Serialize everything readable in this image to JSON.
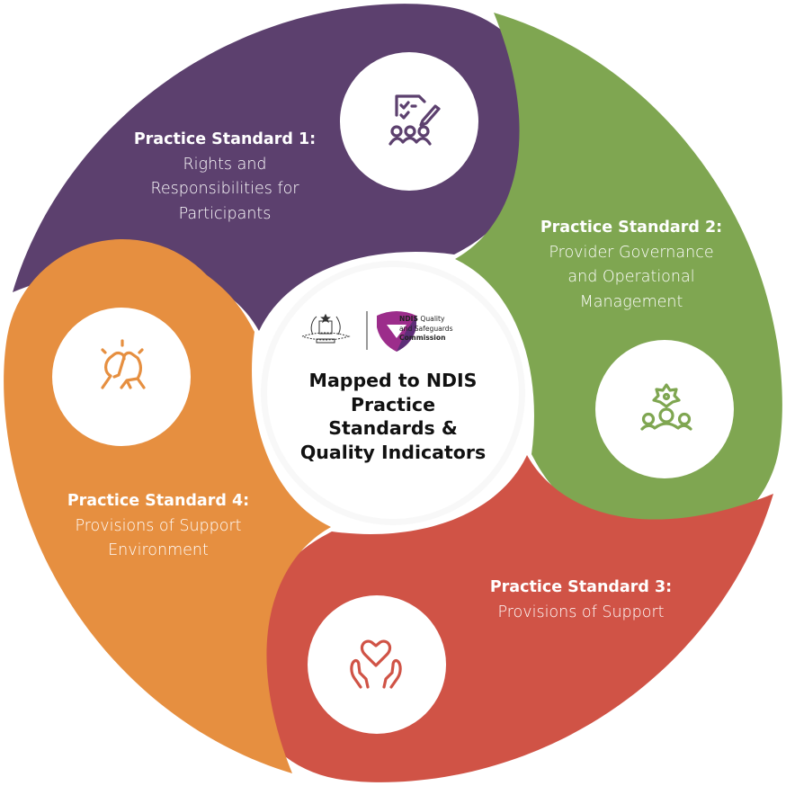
{
  "center": {
    "title_lines": [
      "Mapped to NDIS",
      "Practice",
      "Standards &",
      "Quality Indicators"
    ],
    "logos": {
      "government_crest": "australian-coat-of-arms",
      "commission": {
        "line1_bold": "NDIS",
        "line1_rest": " Quality",
        "line2": "and Safeguards",
        "line3": "Commission"
      }
    },
    "circle_color": "#f8f8f8"
  },
  "segments": [
    {
      "id": "standard-1",
      "title": "Practice Standard 1:",
      "lines": [
        "Rights and",
        "Responsibilities for",
        "Participants"
      ],
      "color": "#5c406e",
      "icon": "checklist-people-icon"
    },
    {
      "id": "standard-2",
      "title": "Practice Standard 2:",
      "lines": [
        "Provider Governance",
        "and Operational",
        "Management"
      ],
      "color": "#7fa651",
      "icon": "gear-people-icon"
    },
    {
      "id": "standard-3",
      "title": "Practice Standard 3:",
      "lines": [
        "Provisions of Support"
      ],
      "color": "#d05346",
      "icon": "hands-heart-icon"
    },
    {
      "id": "standard-4",
      "title": "Practice Standard 4:",
      "lines": [
        "Provisions of Support",
        "Environment"
      ],
      "color": "#e68f40",
      "icon": "fist-bump-icon"
    }
  ]
}
